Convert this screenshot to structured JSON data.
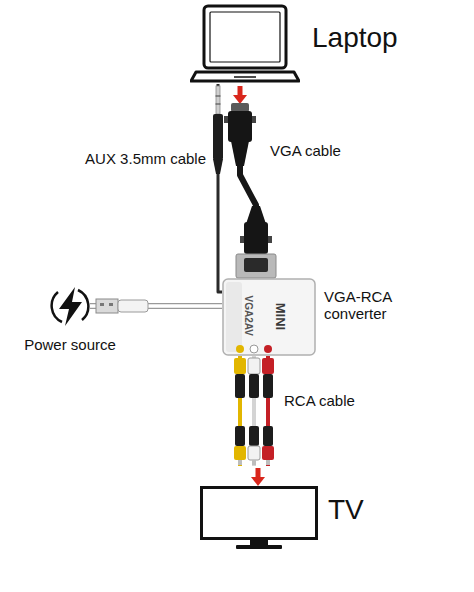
{
  "diagram": {
    "nodes": [
      {
        "text": [
          "Laptop"
        ]
      },
      {
        "text": [
          "VGA-RCA converter"
        ]
      },
      {
        "text": [
          "Power source"
        ]
      },
      {
        "text": [
          "TV"
        ]
      }
    ],
    "edges": [
      {
        "from": 0,
        "to": 1,
        "label": "VGA cable",
        "arrow": "to"
      },
      {
        "from": 0,
        "to": 1,
        "label": "AUX 3.5mm cable",
        "arrow": "none"
      },
      {
        "from": 2,
        "to": 1,
        "arrow": "none"
      },
      {
        "from": 1,
        "to": 3,
        "label": "RCA cable",
        "arrow": "to"
      }
    ],
    "labels": [
      "MINI",
      "VGA2AV"
    ]
  }
}
